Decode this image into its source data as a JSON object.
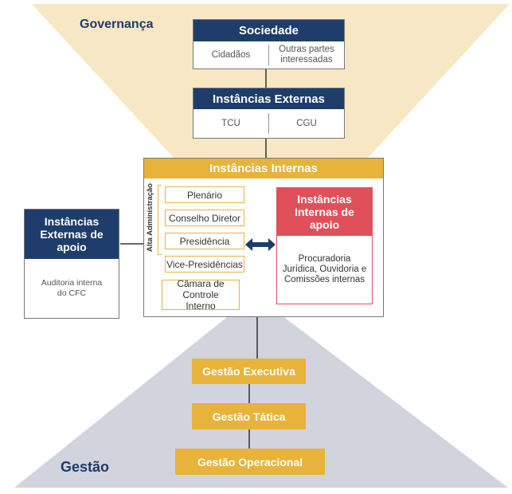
{
  "labels": {
    "governanca": "Governança",
    "gestao": "Gestão",
    "alta_administracao": "Alta Administração"
  },
  "sociedade": {
    "title": "Sociedade",
    "items": [
      "Cidadãos",
      "Outras partes interessadas"
    ]
  },
  "externas": {
    "title": "Instâncias Externas",
    "items": [
      "TCU",
      "CGU"
    ]
  },
  "internas": {
    "title": "Instâncias Internas",
    "alta_items": [
      "Plenário",
      "Conselho Diretor",
      "Presidência",
      "Vice-Presidências"
    ],
    "camara": "Câmara de Controle Interno",
    "apoio_title": "Instâncias Internas de apoio",
    "apoio_body": "Procuradoria Jurídica, Ouvidoria e Comissões internas"
  },
  "externas_apoio": {
    "title": "Instâncias Externas de apoio",
    "body": "Auditoria interna do CFC"
  },
  "gestao_levels": [
    "Gestão Executiva",
    "Gestão Tática",
    "Gestão Operacional"
  ],
  "colors": {
    "navy": "#1e3d6b",
    "gold": "#e8b33a",
    "red": "#e0505a",
    "top_triangle": "#f7e7c4",
    "bottom_triangle": "#d2d4dd"
  }
}
